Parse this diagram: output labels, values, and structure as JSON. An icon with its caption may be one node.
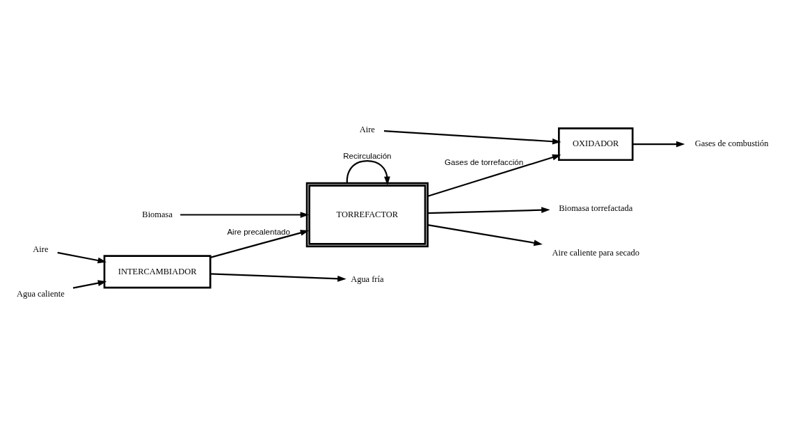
{
  "diagram": {
    "nodes": [
      {
        "text": [
          "INTERCAMBIADOR"
        ]
      },
      {
        "text": [
          "OXIDADOR"
        ]
      },
      {
        "text": [
          "TORREFACTOR"
        ]
      },
      {
        "text": [
          "Aire"
        ]
      },
      {
        "text": [
          "Agua fría"
        ]
      },
      {
        "text": [
          "Agua caliente"
        ]
      },
      {
        "text": [
          "Gases de combustión"
        ]
      },
      {
        "text": [
          "Aire"
        ]
      },
      {
        "text": [
          "Biomasa"
        ]
      },
      {
        "text": [
          "Biomasa torrefactada"
        ]
      },
      {
        "text": [
          "Aire caliente para secado"
        ]
      }
    ],
    "edges": [
      {
        "from": 3,
        "to": 0,
        "arrow": "to"
      },
      {
        "from": 0,
        "to": 4,
        "arrow": "to"
      },
      {
        "from": 5,
        "to": 0,
        "arrow": "to"
      },
      {
        "from": 0,
        "to": 2,
        "arrow": "to",
        "label": "Aire precalentado"
      },
      {
        "from": 1,
        "to": 6,
        "arrow": "to"
      },
      {
        "from": 7,
        "to": 1,
        "arrow": "to"
      },
      {
        "from": 8,
        "to": 2,
        "arrow": "to"
      },
      {
        "from": 2,
        "to": 1,
        "arrow": "to",
        "label": "Gases de torrefacción"
      },
      {
        "from": 2,
        "to": 2,
        "arrow": "to",
        "label": "Recirculación"
      },
      {
        "from": 2,
        "to": 9,
        "arrow": "to"
      },
      {
        "from": 2,
        "to": 10,
        "arrow": "to"
      }
    ]
  }
}
